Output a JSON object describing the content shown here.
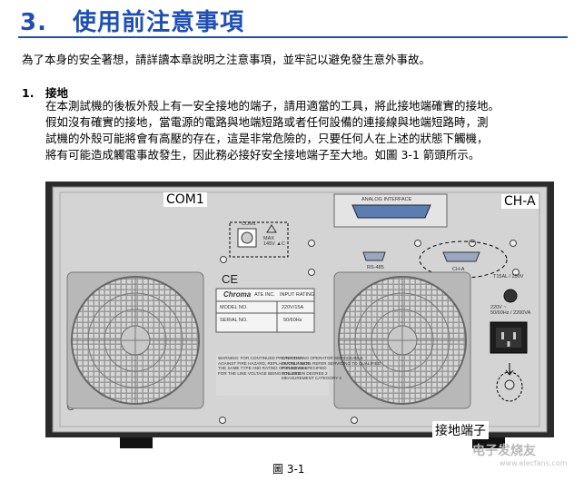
{
  "section": {
    "number": "3.",
    "title": "使用前注意事項"
  },
  "intro": "為了本身的安全著想，請詳讀本章說明之注意事項，並牢記以避免發生意外事故。",
  "subsection": {
    "number": "1.",
    "title": "接地"
  },
  "paragraph_lines": [
    "在本測試機的後板外殼上有一安全接地的端子，請用適當的工具，將此接地端確實的接地。",
    "假如沒有確實的接地，當電源的電路與地端短路或者任何設備的連接線與地端短路時，測",
    "試機的外殼可能將會有高壓的存在，這是非常危險的，只要任何人在上述的狀態下觸機，",
    "將有可能造成觸電事故發生，因此務必接好安全接地端子至大地。如圖 3-1 箭頭所示。"
  ],
  "figure": {
    "callouts": {
      "com1": "COM1",
      "cha": "CH-A",
      "ground": "接地端子"
    },
    "panel_labels": {
      "gpib": "ANALOG INTERFACE",
      "rs485": "RS-485",
      "cha_port": "CH-A",
      "fuse": "T15AL / 250V",
      "com1_small": "COM1",
      "max_rating": "MAX\n145V ▲C",
      "power": "220V ~\n50/60Hz / 2200VA",
      "brand": "Chroma",
      "company": "ATE INC.",
      "input_rating": "INPUT RATING",
      "model_no": "MODEL NO.",
      "serial_no": "SERIAL NO.",
      "rating_v": "220V/15A",
      "rating_hz": "50/60Hz",
      "warning": "WARNING: FOR CONTINUED PROTECTION\nAGAINST FIRE HAZARD, REPLACE ONLY WITH\nTHE SAME TYPE AND RATING OF FUSE AS SPECIFIED\nFOR THE LINE VOLTAGE BEING UTILIZED",
      "caution": "CAUTION: NO OPERATOR SERVICEABLE\nPARTS INSIDE. REFER SERVICING TO QUALIFIED\nPERSONNEL.\nPOLLUTION DEGREE 2\nMEASUREMENT CATEGORY 2",
      "ce": "CE"
    },
    "caption": "圖 3-1"
  },
  "watermark": {
    "text": "电子发烧友",
    "url": "www.elecfans.com"
  },
  "colors": {
    "heading": "#1f4fb5",
    "panel": "#d4d4d4",
    "fan": "#8a8a8a"
  }
}
